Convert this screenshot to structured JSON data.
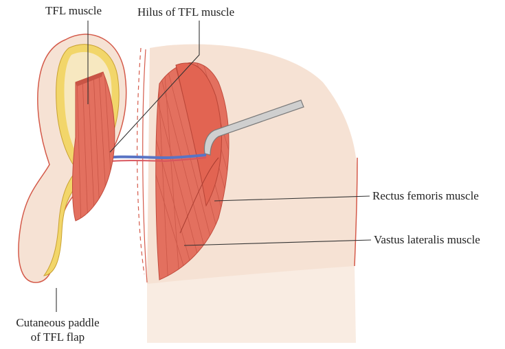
{
  "labels": {
    "tfl_muscle": "TFL muscle",
    "hilus": "Hilus of TFL muscle",
    "rectus_femoris": "Rectus femoris muscle",
    "vastus_lateralis": "Vastus lateralis muscle",
    "cutaneous_paddle_line1": "Cutaneous paddle",
    "cutaneous_paddle_line2": "of TFL flap"
  },
  "colors": {
    "skin": "#f6e2d4",
    "skin_outline": "#d45a4a",
    "fat": "#f2d66a",
    "muscle": "#e3705f",
    "muscle_fiber": "#b84436",
    "vessel_blue": "#5a74c4",
    "vessel_red": "#d8545c",
    "retractor": "#c8c8c8",
    "leader_line": "#333333"
  }
}
